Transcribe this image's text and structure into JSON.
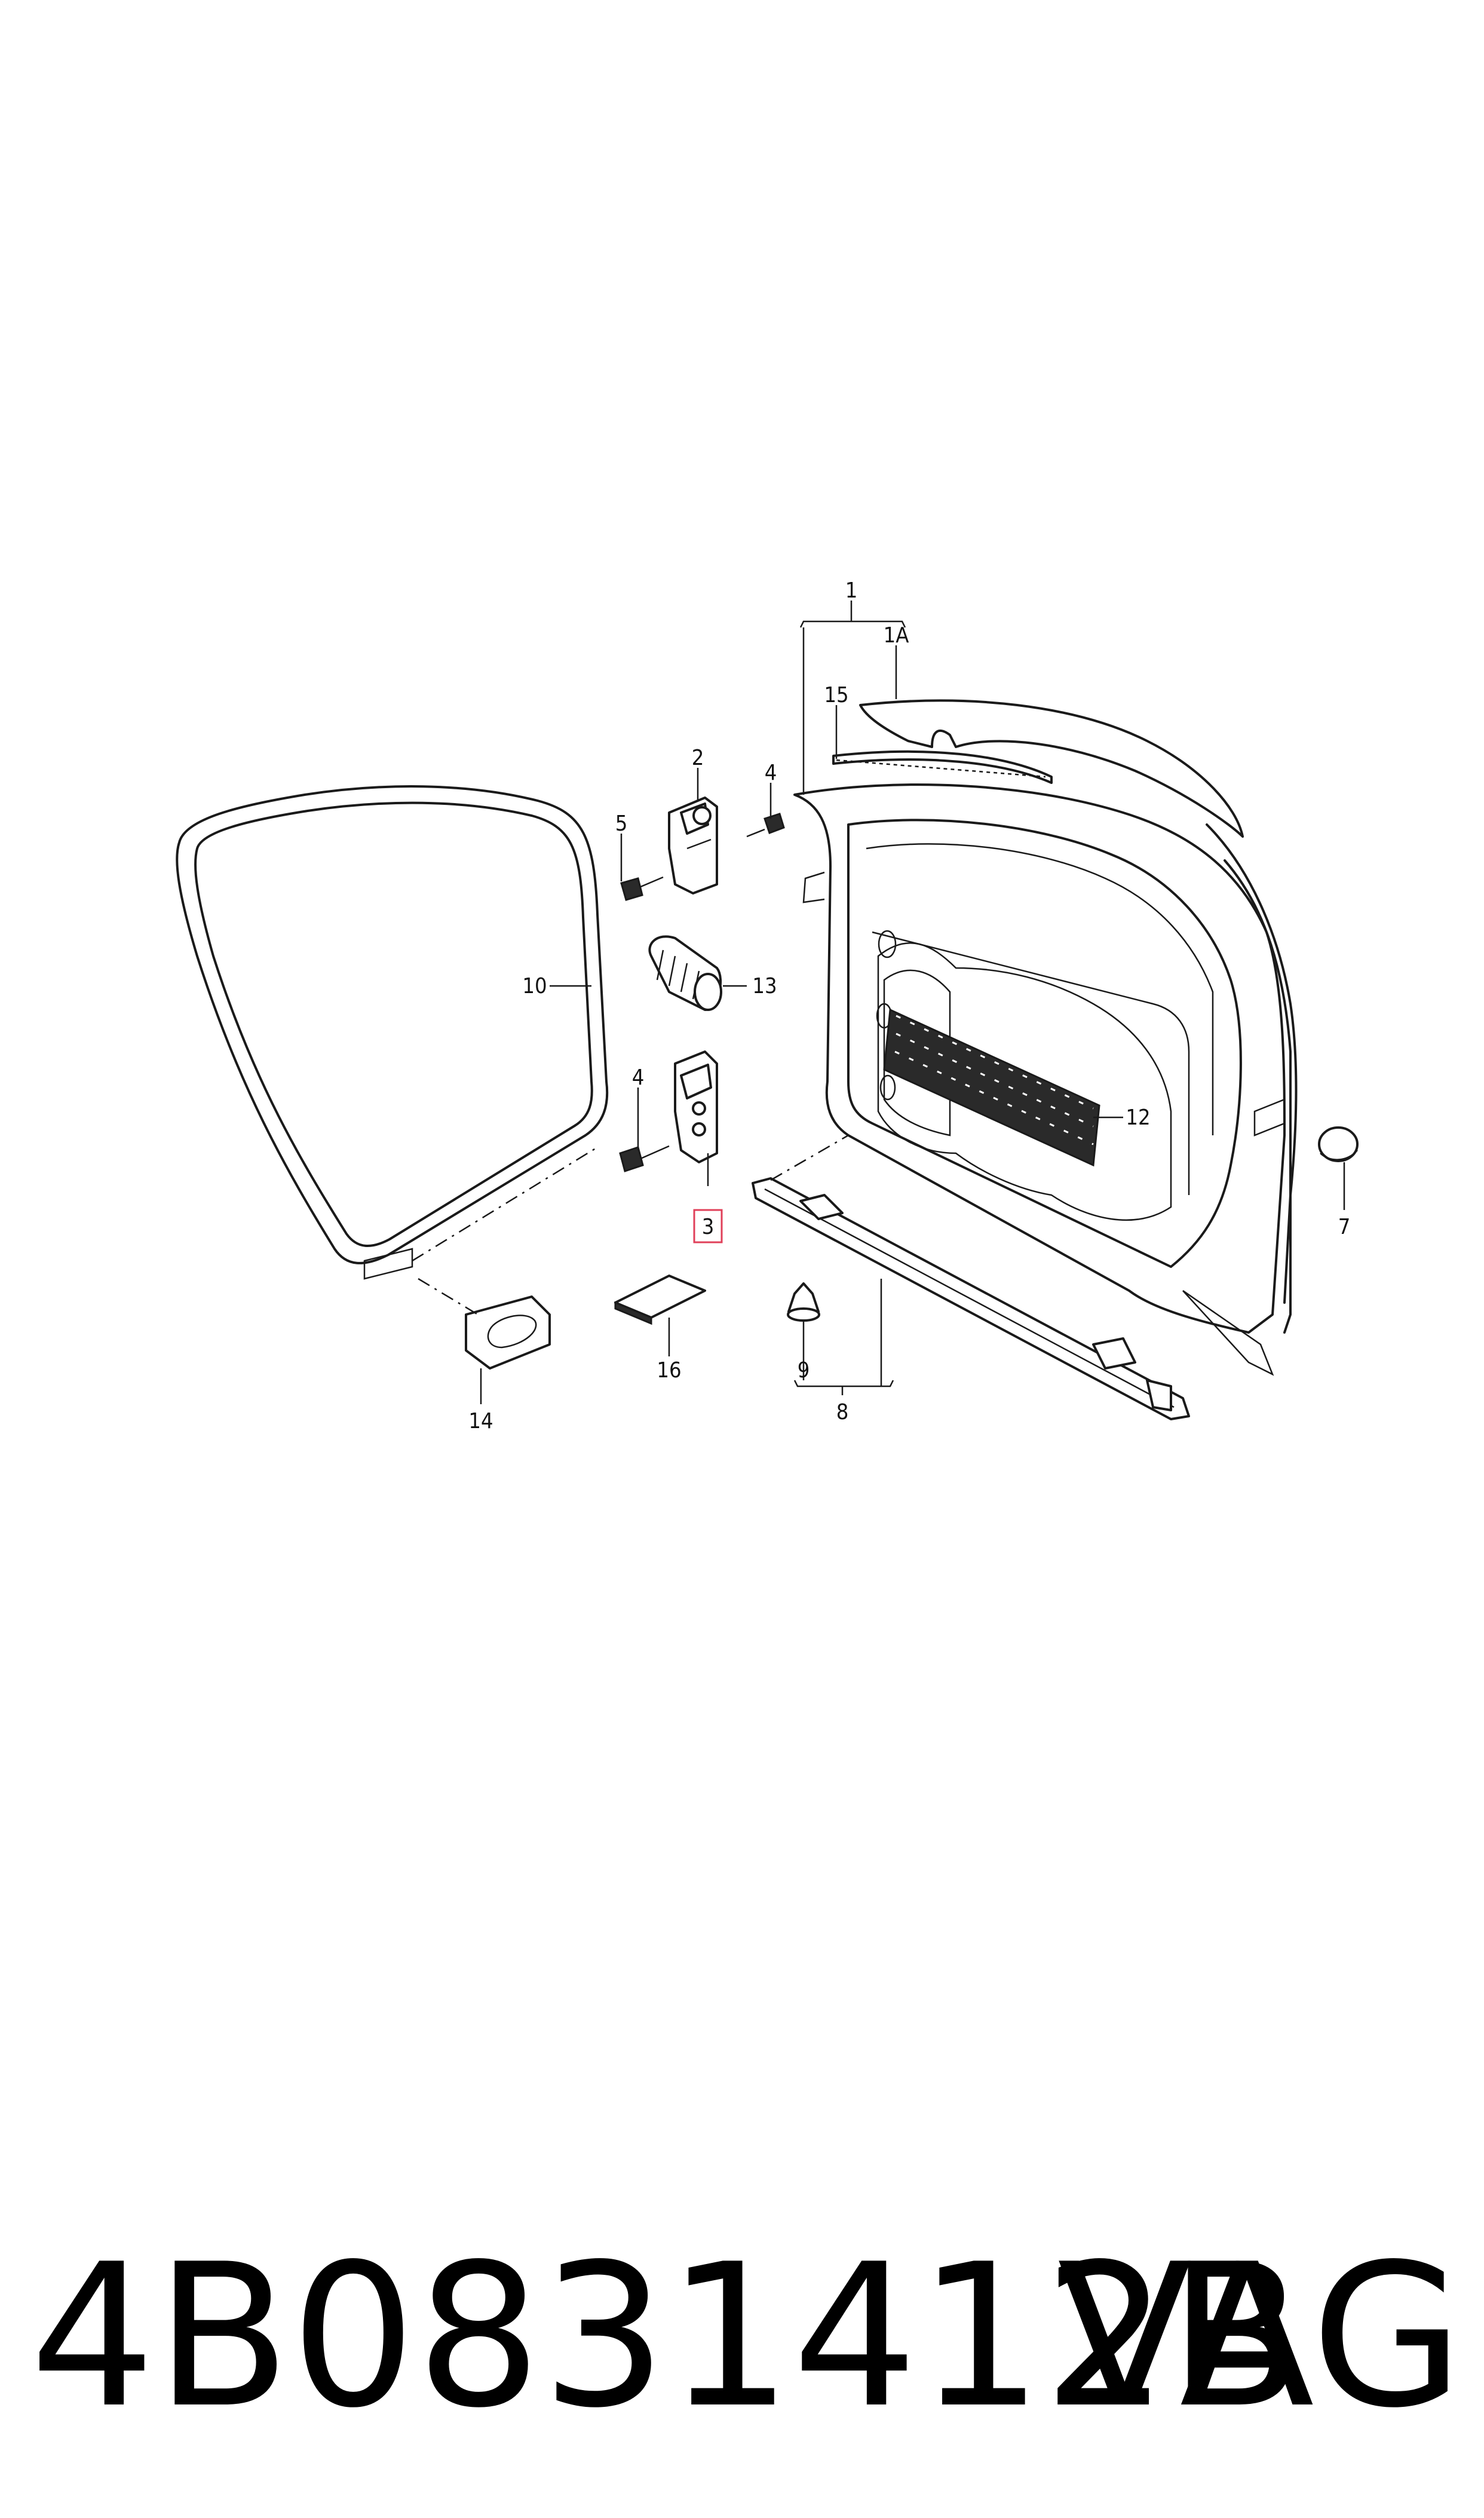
{
  "diagram": {
    "callouts": [
      {
        "id": "1",
        "label": "1"
      },
      {
        "id": "1a",
        "label": "1A"
      },
      {
        "id": "2",
        "label": "2"
      },
      {
        "id": "3",
        "label": "3",
        "highlighted": true
      },
      {
        "id": "4a",
        "label": "4"
      },
      {
        "id": "4b",
        "label": "4"
      },
      {
        "id": "5",
        "label": "5"
      },
      {
        "id": "7",
        "label": "7"
      },
      {
        "id": "8",
        "label": "8"
      },
      {
        "id": "9",
        "label": "9"
      },
      {
        "id": "10",
        "label": "10"
      },
      {
        "id": "12",
        "label": "12"
      },
      {
        "id": "13",
        "label": "13"
      },
      {
        "id": "14",
        "label": "14"
      },
      {
        "id": "15",
        "label": "15"
      },
      {
        "id": "16",
        "label": "16"
      }
    ],
    "highlight_color": "#e0405a"
  },
  "footer": {
    "part_number": "4B0831412B",
    "brand": "VAG"
  }
}
